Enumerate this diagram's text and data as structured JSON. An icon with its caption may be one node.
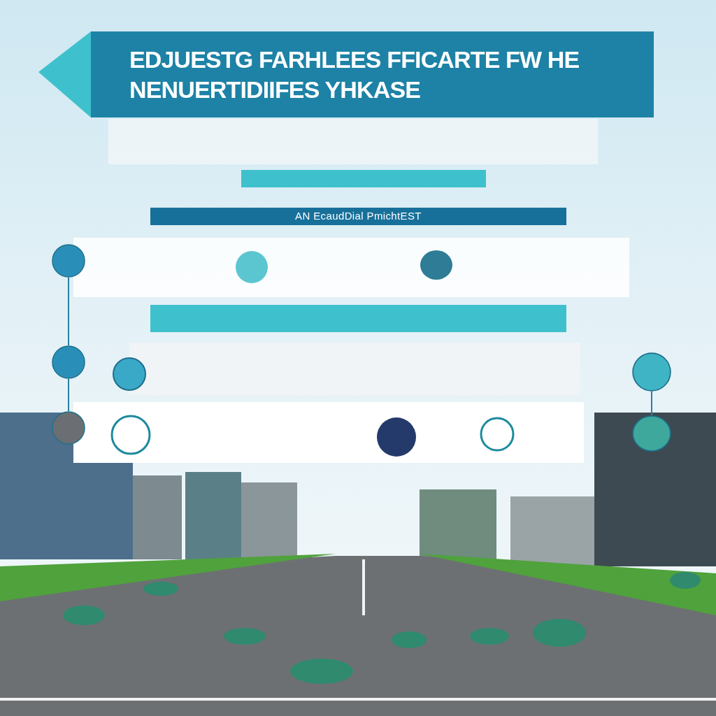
{
  "diagram": {
    "nodes": [
      {
        "text": [
          "EDJUESTG FARHLEES FFICARTE FW HE NENUERTIDIIFES YHKASE"
        ]
      },
      {
        "text": [
          "AN EcaudDial PmichtEST"
        ]
      },
      {
        "text": [],
        "shape": "circle"
      },
      {
        "text": [],
        "shape": "circle"
      },
      {
        "text": [],
        "shape": "circle"
      },
      {
        "text": [],
        "shape": "circle"
      },
      {
        "text": [],
        "shape": "circle"
      }
    ],
    "edges": [
      {
        "from": 2,
        "to": 3,
        "arrow": "none"
      },
      {
        "from": 3,
        "to": 4,
        "arrow": "none"
      },
      {
        "from": 5,
        "to": 6,
        "arrow": "none"
      }
    ]
  }
}
